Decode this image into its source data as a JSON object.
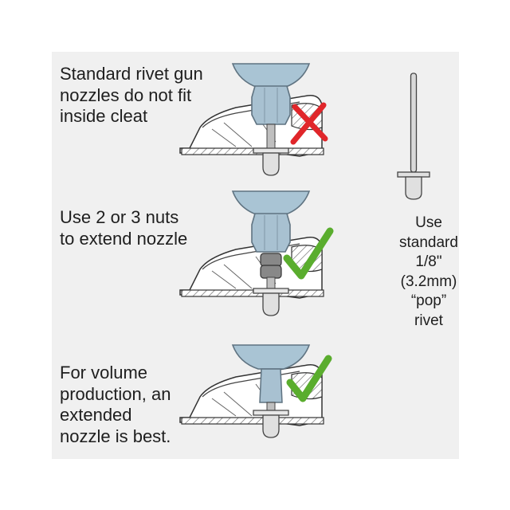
{
  "colors": {
    "background": "#f0f0f0",
    "cap_color": "#a9c4d4",
    "nut_color": "#a8c1d1",
    "spacer_nut_color": "#888888",
    "cross_color": "#e0262a",
    "check_color": "#5aad2e",
    "rivet_color": "#d9d9d9"
  },
  "steps": [
    {
      "caption_lines": [
        "Standard rivet gun",
        "nozzles do not fit",
        "inside cleat"
      ],
      "verdict": "cross-icon"
    },
    {
      "caption_lines": [
        "Use 2 or 3 nuts",
        "to extend nozzle"
      ],
      "verdict": "check-icon"
    },
    {
      "caption_lines": [
        "For volume",
        "production, an",
        "extended",
        "nozzle is best."
      ],
      "verdict": "check-icon"
    }
  ],
  "rivet_note": {
    "lines": [
      "Use",
      "standard",
      "1/8\"",
      "(3.2mm)",
      "“pop”",
      "rivet"
    ]
  }
}
